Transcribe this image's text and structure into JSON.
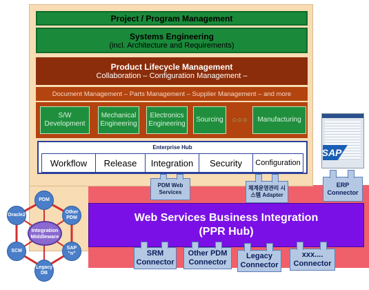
{
  "pm": {
    "title": "Project / Program Management"
  },
  "se": {
    "title": "Systems Engineering",
    "subtitle": "(incl. Architecture and Requirements)"
  },
  "plm": {
    "title": "Product Lifecycle Management",
    "subtitle": "Collaboration – Configuration Management –"
  },
  "doc_mgmt": {
    "text": "Document Management – Parts Management – Supplier Management – and more"
  },
  "domains": [
    {
      "label": "S/W Development"
    },
    {
      "label": "Mechanical Engineering"
    },
    {
      "label": "Electronics Engineering"
    },
    {
      "label": "Sourcing"
    },
    {
      "label": "Manufacturing"
    }
  ],
  "ellipsis": "○○○",
  "hub": {
    "title": "Enterprise Hub",
    "cells": [
      "Workflow",
      "Release",
      "Integration",
      "Security",
      "Configuration"
    ]
  },
  "adapters": {
    "pdm": "PDM Web Services",
    "korean": "체계운영관리 시스템 Adapter"
  },
  "erp": {
    "logo": "SAP",
    "label": "ERP Connector"
  },
  "wsbi": {
    "title": "Web Services Business Integration",
    "subtitle": "(PPR Hub)"
  },
  "connectors": [
    {
      "label": "SRM Connector"
    },
    {
      "label": "Other PDM Connector"
    },
    {
      "label": "Legacy Connector"
    },
    {
      "label": "xxx.... Connector"
    }
  ],
  "middleware": {
    "center": "Integration Middleware",
    "nodes": [
      "PDM",
      "Other PDM",
      "SAP \"n\"",
      "Legacy DB",
      "SCM",
      "Oracle2"
    ]
  },
  "colors": {
    "outer_bg": "#f7dcb4",
    "green": "#1a8a3a",
    "brown": "#8b2d0a",
    "wsbi": "#7a10e6",
    "red_band": "#f0606a",
    "hub_border": "#2a3f9a",
    "node": "#4a7ec8"
  }
}
